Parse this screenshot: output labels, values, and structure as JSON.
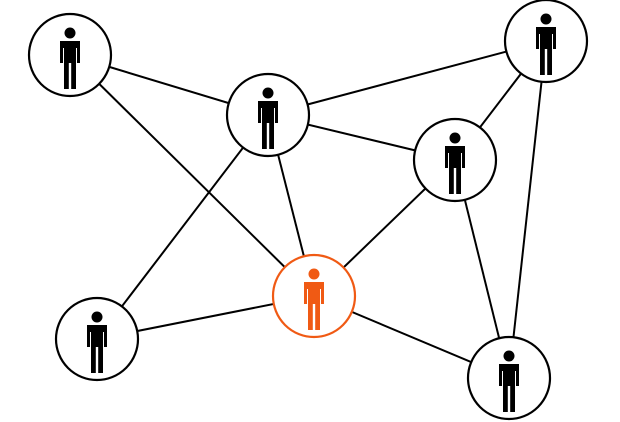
{
  "diagram": {
    "background": "#ffffff",
    "colors": {
      "default": "#000000",
      "highlight": "#f05a14",
      "edge": "#000000"
    },
    "nodes": [
      {
        "id": "top-left",
        "icon": "person-icon",
        "highlight": false
      },
      {
        "id": "upper-center",
        "icon": "person-icon",
        "highlight": false
      },
      {
        "id": "top-right",
        "icon": "person-icon",
        "highlight": false
      },
      {
        "id": "middle-right",
        "icon": "person-icon",
        "highlight": false
      },
      {
        "id": "center",
        "icon": "person-icon",
        "highlight": true
      },
      {
        "id": "bottom-left",
        "icon": "person-icon",
        "highlight": false
      },
      {
        "id": "bottom-right",
        "icon": "person-icon",
        "highlight": false
      }
    ],
    "edges": [
      [
        "top-left",
        "upper-center"
      ],
      [
        "top-left",
        "center"
      ],
      [
        "upper-center",
        "top-right"
      ],
      [
        "upper-center",
        "middle-right"
      ],
      [
        "upper-center",
        "center"
      ],
      [
        "upper-center",
        "bottom-left"
      ],
      [
        "top-right",
        "middle-right"
      ],
      [
        "top-right",
        "bottom-right"
      ],
      [
        "middle-right",
        "center"
      ],
      [
        "middle-right",
        "bottom-right"
      ],
      [
        "center",
        "bottom-left"
      ],
      [
        "center",
        "bottom-right"
      ]
    ]
  }
}
